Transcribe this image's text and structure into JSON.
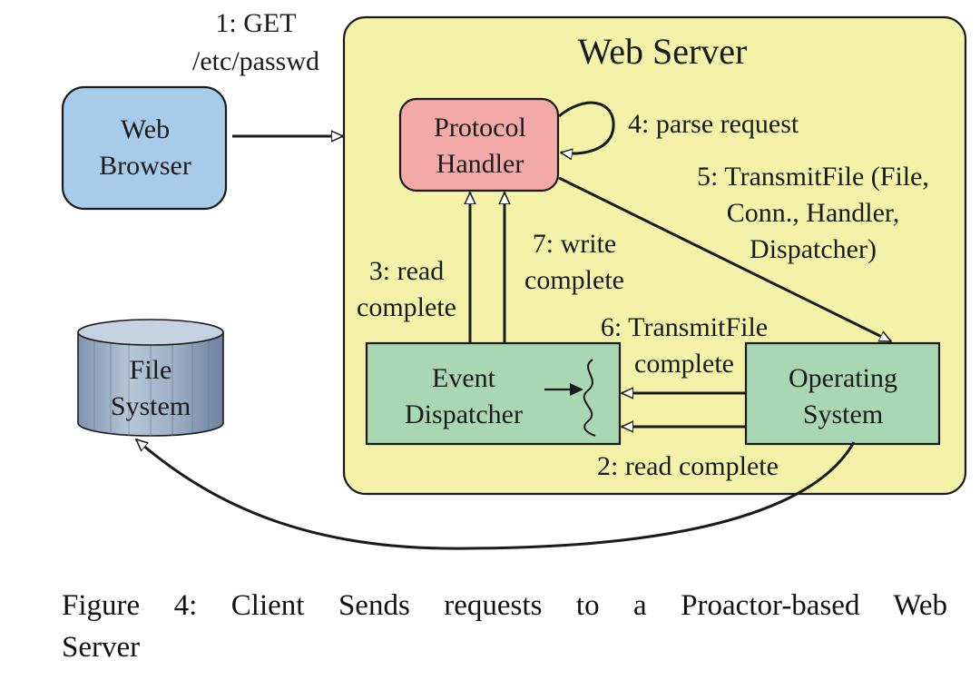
{
  "diagram": {
    "web_server": {
      "title": "Web Server"
    },
    "web_browser": {
      "line1": "Web",
      "line2": "Browser"
    },
    "protocol_handler": {
      "line1": "Protocol",
      "line2": "Handler"
    },
    "event_dispatcher": {
      "line1": "Event",
      "line2": "Dispatcher"
    },
    "operating_system": {
      "line1": "Operating",
      "line2": "System"
    },
    "file_system": {
      "line1": "File",
      "line2": "System"
    },
    "labels": {
      "step1_line1": "1: GET",
      "step1_line2": "/etc/passwd",
      "step2": "2: read complete",
      "step3_line1": "3: read",
      "step3_line2": "complete",
      "step4": "4: parse request",
      "step5_line1": "5: TransmitFile (File,",
      "step5_line2": "Conn., Handler,",
      "step5_line3": "Dispatcher)",
      "step6_line1": "6: TransmitFile",
      "step6_line2": "complete",
      "step7_line1": "7: write",
      "step7_line2": "complete"
    },
    "colors": {
      "web_server_fill": "#f3f2a8",
      "web_browser_fill": "#a9cbea",
      "protocol_handler_fill": "#f2a9a8",
      "dispatcher_fill": "#a9d6b3",
      "file_system_fill": "#93a8c2",
      "stroke": "#1a1a1a"
    }
  },
  "caption": {
    "line1": "Figure 4:  Client Sends requests to a Proactor-based Web",
    "line2": "Server"
  }
}
